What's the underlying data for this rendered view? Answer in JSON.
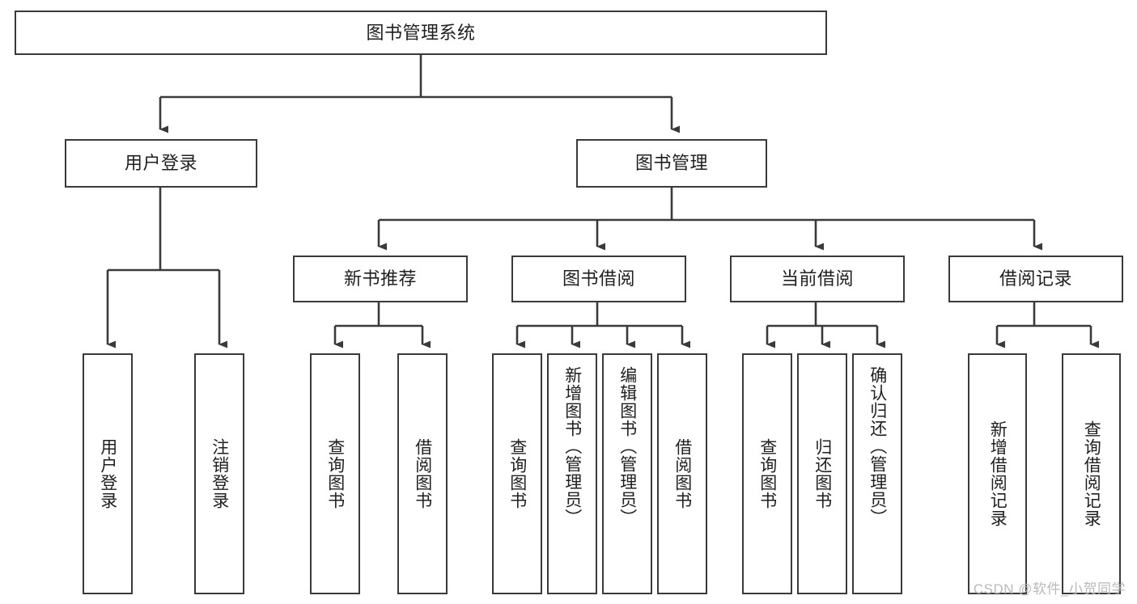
{
  "diagram": {
    "type": "tree-hierarchy",
    "title_node": {
      "label": "图书管理系统"
    },
    "level2": [
      {
        "label": "用户登录"
      },
      {
        "label": "图书管理"
      }
    ],
    "level3": [
      {
        "label": "新书推荐"
      },
      {
        "label": "图书借阅"
      },
      {
        "label": "当前借阅"
      },
      {
        "label": "借阅记录"
      }
    ],
    "leaves": {
      "user_login": [
        {
          "label": "用户登录"
        },
        {
          "label": "注销登录"
        }
      ],
      "new_book_recommend": [
        {
          "label": "查询图书"
        },
        {
          "label": "借阅图书"
        }
      ],
      "book_borrow": [
        {
          "label": "查询图书"
        },
        {
          "label": "新增图书（管理员）"
        },
        {
          "label": "编辑图书（管理员）"
        },
        {
          "label": "借阅图书"
        }
      ],
      "current_borrow": [
        {
          "label": "查询图书"
        },
        {
          "label": "归还图书"
        },
        {
          "label": "确认归还（管理员）"
        }
      ],
      "borrow_record": [
        {
          "label": "新增借阅记录"
        },
        {
          "label": "查询借阅记录"
        }
      ]
    }
  },
  "watermark": {
    "text": "CSDN @软件_小贺同学"
  },
  "colors": {
    "border": "#3a3a3a",
    "text": "#1f1f1f",
    "background": "#ffffff",
    "watermark": "#b9b9b9",
    "connector": "#3a3a3a"
  }
}
